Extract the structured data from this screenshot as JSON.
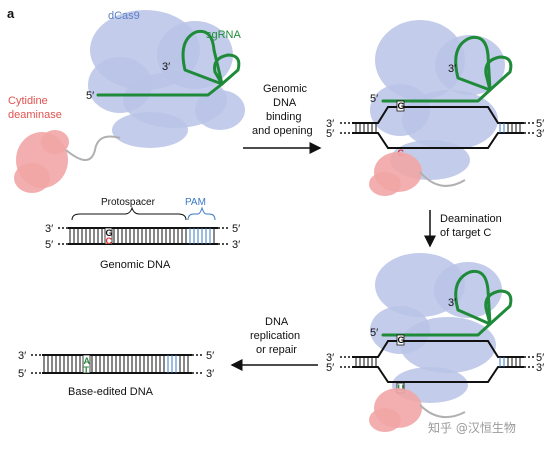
{
  "panel_letter": "a",
  "labels": {
    "dcas9": "dCas9",
    "sgrna": "sgRNA",
    "cytidine": "Cytidine",
    "deaminase": "deaminase",
    "protospacer": "Protospacer",
    "pam": "PAM",
    "genomic_dna": "Genomic DNA",
    "base_edited_dna": "Base-edited DNA"
  },
  "steps": {
    "binding": [
      "Genomic",
      "DNA",
      "binding",
      "and opening"
    ],
    "deamination": [
      "Deamination",
      "of target C"
    ],
    "replication": [
      "DNA",
      "replication",
      "or repair"
    ]
  },
  "strand_ends": {
    "three_prime": "3′",
    "five_prime": "5′"
  },
  "bases": {
    "g": "G",
    "c": "C",
    "u": "U",
    "a": "A",
    "t": "T"
  },
  "watermark": "知乎 @汉恒生物",
  "colors": {
    "protein": "#b9c3e6",
    "sgrna": "#1f8b3a",
    "deaminase": "#f2a6a6",
    "deaminase_label": "#e0534f",
    "dcas9_label": "#5b7fc4",
    "pam": "#3a78c8",
    "target_c": "#d93030",
    "edit_a": "#2b8a3e",
    "edit_u": "#2b8a3e"
  }
}
